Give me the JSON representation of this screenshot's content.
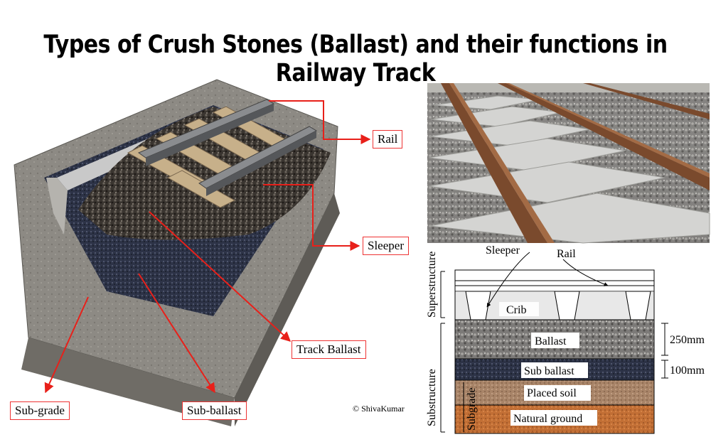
{
  "title": "Types of Crush Stones (Ballast) and their functions in Railway Track",
  "left_diagram": {
    "labels": {
      "rail": "Rail",
      "sleeper": "Sleeper",
      "track_ballast": "Track Ballast",
      "sub_grade": "Sub-grade",
      "sub_ballast": "Sub-ballast"
    },
    "credit": "© ShivaKumar"
  },
  "section_diagram": {
    "sleeper": "Sleeper",
    "rail": "Rail",
    "crib": "Crib",
    "ballast": "Ballast",
    "sub_ballast": "Sub ballast",
    "placed_soil": "Placed soil",
    "natural_ground": "Natural ground",
    "superstructure": "Superstructure",
    "substructure": "Substructure",
    "subgrade": "Subgrade",
    "dim_ballast": "250mm",
    "dim_sub_ballast": "100mm"
  },
  "colors": {
    "arrow": "#e8201a",
    "label_border": "#e33"
  }
}
